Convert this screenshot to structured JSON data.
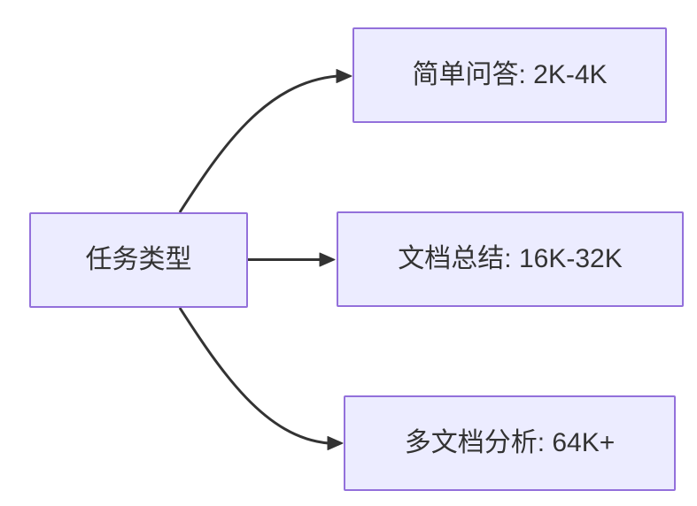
{
  "diagram": {
    "type": "flowchart",
    "direction": "left-to-right",
    "root": {
      "label": "任务类型"
    },
    "children": [
      {
        "label": "简单问答: 2K-4K"
      },
      {
        "label": "文档总结: 16K-32K"
      },
      {
        "label": "多文档分析: 64K+"
      }
    ],
    "edges": [
      {
        "from": "任务类型",
        "to": "简单问答: 2K-4K"
      },
      {
        "from": "任务类型",
        "to": "文档总结: 16K-32K"
      },
      {
        "from": "任务类型",
        "to": "多文档分析: 64K+"
      }
    ],
    "colors": {
      "background": "#FFFFFF",
      "node_fill": "#ECECFF",
      "node_border": "#9370DB",
      "edge": "#333333",
      "text": "#333333"
    }
  }
}
